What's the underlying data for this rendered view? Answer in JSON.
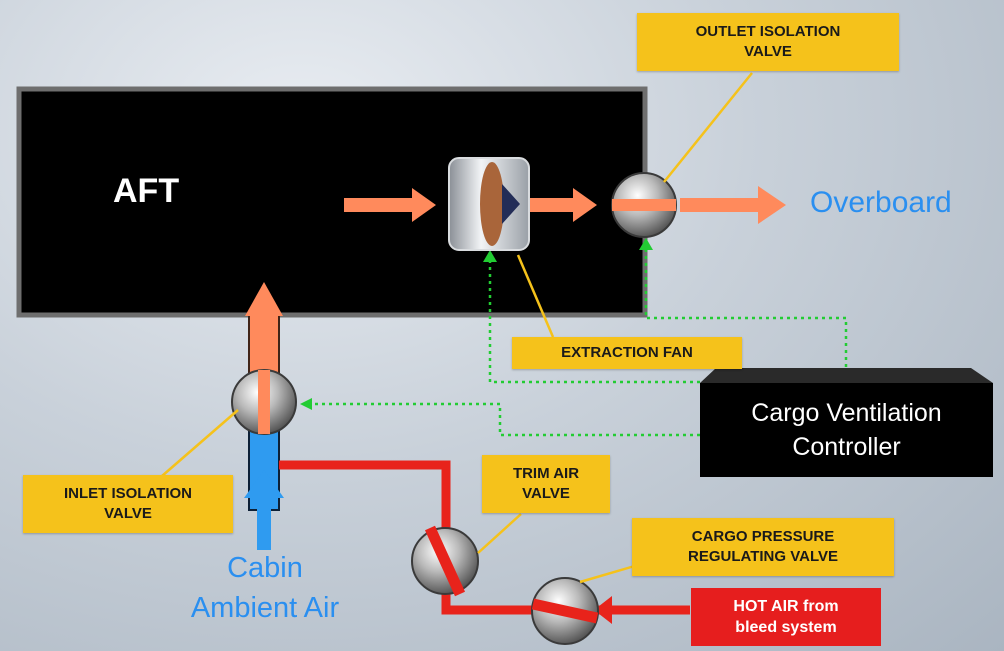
{
  "compartment": {
    "label": "AFT"
  },
  "outlet_label": "Overboard",
  "inlet_label": "Cabin\nAmbient Air",
  "controller": {
    "label": "Cargo Ventilation\nController"
  },
  "hot_air_source": {
    "label": "HOT AIR from\nbleed system"
  },
  "callouts": {
    "outlet_isolation_valve": "OUTLET ISOLATION\nVALVE",
    "extraction_fan": "EXTRACTION FAN",
    "inlet_isolation_valve": "INLET ISOLATION\nVALVE",
    "trim_air_valve": "TRIM AIR\nVALVE",
    "cargo_pressure_regulating_valve": "CARGO PRESSURE\nREGULATING VALVE"
  },
  "colors": {
    "compartment_fill": "#000000",
    "compartment_border": "#6e6e6e",
    "airflow_orange": "#ff8a5c",
    "cold_air_blue": "#2f9bf0",
    "hot_air_red": "#e8231b",
    "control_signal_green": "#22cc33",
    "callout_yellow": "#f5c21b",
    "text_blue": "#2a8ff0"
  }
}
